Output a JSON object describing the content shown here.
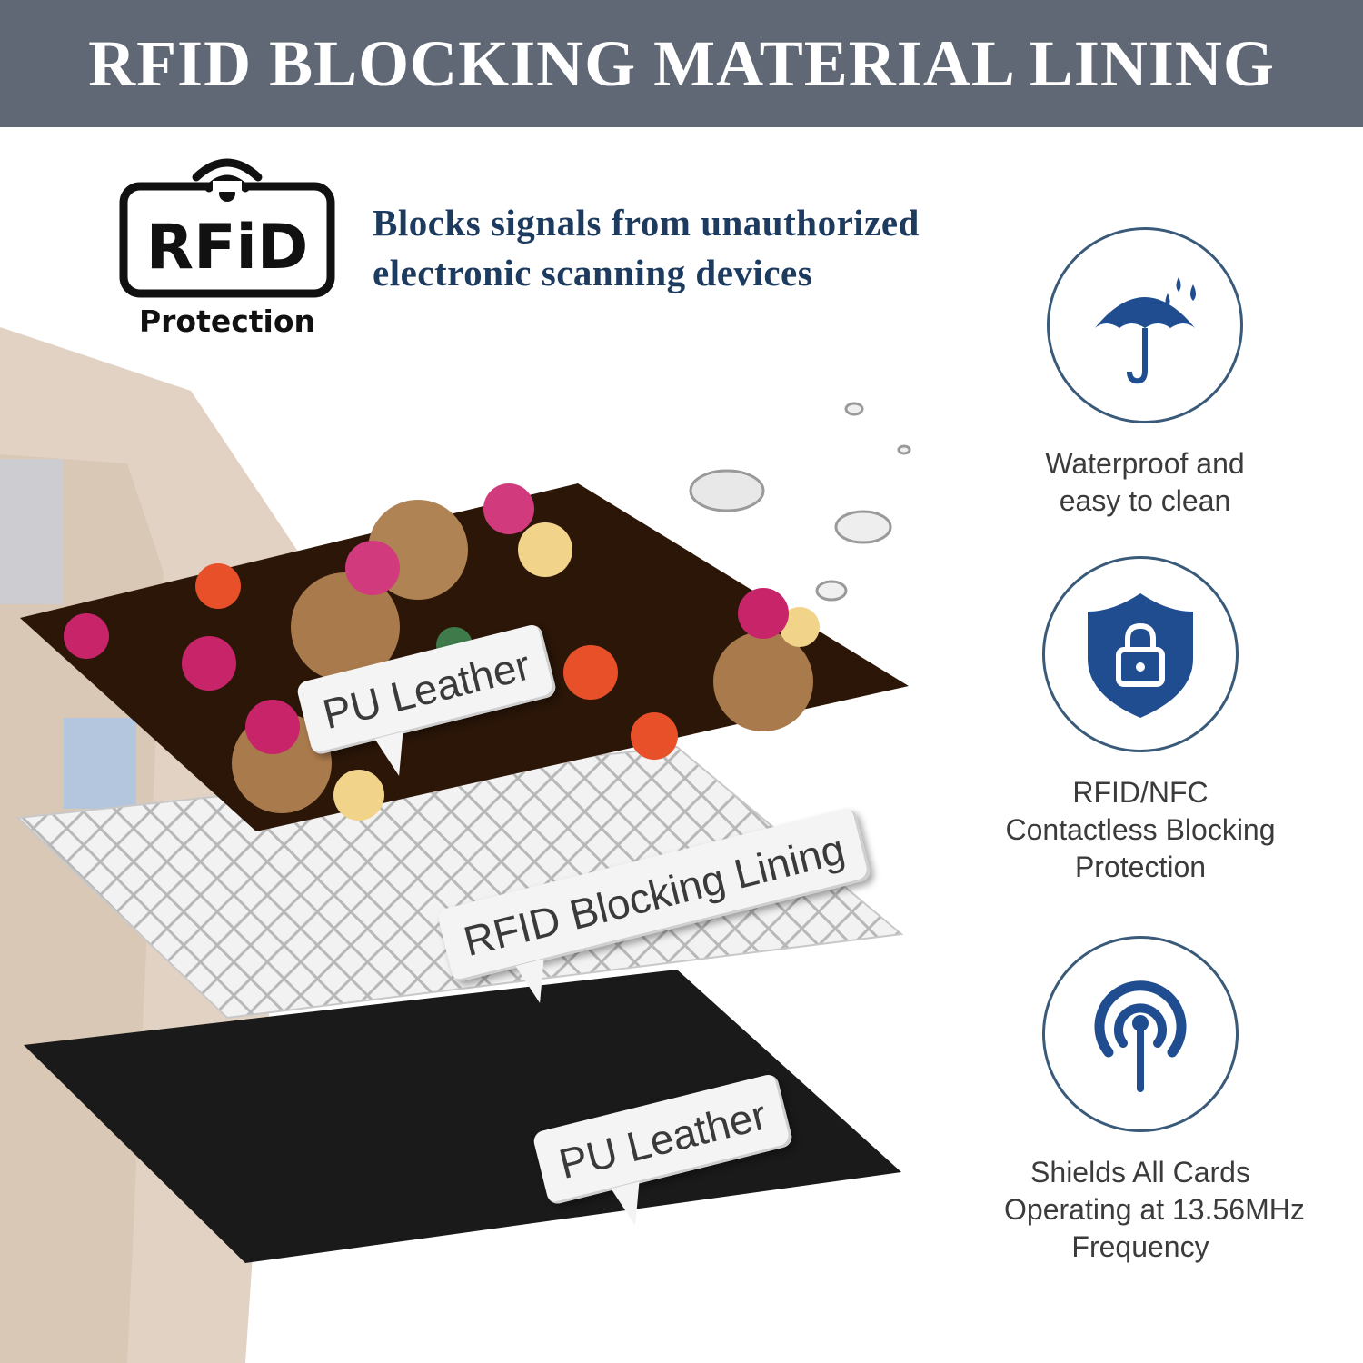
{
  "banner": {
    "title": "RFID BLOCKING MATERIAL LINING"
  },
  "logo": {
    "rfid_text": "RFiD",
    "caption": "Protection"
  },
  "headline": {
    "line1": "Blocks signals from unauthorized",
    "line2": "electronic scanning devices"
  },
  "features": [
    {
      "icon": "umbrella-rain-icon",
      "lines": [
        "Waterproof and",
        "easy to clean"
      ]
    },
    {
      "icon": "shield-lock-icon",
      "lines": [
        "RFID/NFC",
        "Contactless Blocking",
        "Protection"
      ]
    },
    {
      "icon": "signal-antenna-icon",
      "lines": [
        "Shields All Cards",
        "Operating at 13.56MHz",
        "Frequency"
      ]
    }
  ],
  "layers": {
    "top_label": "PU Leather",
    "middle_label": "RFID Blocking Lining",
    "bottom_label": "PU Leather"
  },
  "colors": {
    "banner": "#606876",
    "headline": "#1d3a5f",
    "icon_blue": "#1f4d8f",
    "circle_border": "#3a5a7a"
  }
}
